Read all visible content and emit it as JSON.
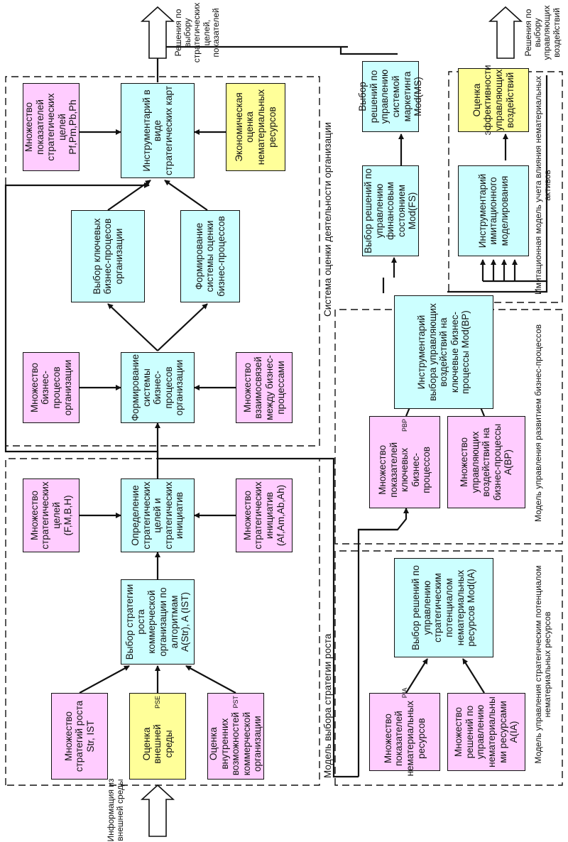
{
  "sections": {
    "growth": "Модель выбора стратегии роста",
    "evaluation": "Система оценки деятельности организации",
    "intangible": "Модель управления стратегическим потенциалом нематериальных ресурсов",
    "bp": "Модель управления развитием бизнес-процессов",
    "simulation": "Имитационная модель учета влияния нематериальных активов"
  },
  "notes": {
    "input": "Информация из внешней среды",
    "out_goals": "Решения по выбору стратегических целей, показателей",
    "out_actions": "Решения по выбору управляющих воздействий"
  },
  "boxes": {
    "strategies_set": "Множество стратегий роста Str, IST",
    "env_eval": "Оценка внешней среды",
    "env_sup": "PSE",
    "internal_eval": "Оценка внутренних возможностей коммерческой организации",
    "internal_sup": "PST",
    "growth_choice": "Выбор стратегии роста коммерческой организации по алгоритмам A(Str), A (IST)",
    "goals_set": "Множество стратегических целей (F,M,B,H)",
    "goal_definition": "Определение стратегических целей и стратегических инициатив",
    "initiatives_set": "Множество стратегических инициатив (Af,Am,Ab,Ah)",
    "bp_set": "Множество бизнес-процесов организации",
    "bp_system": "Формирование системы бизнес-процесов организации",
    "bp_links": "Множество взаимосвязей между бизнес-процессами",
    "key_bp": "Выбор ключевых бизнес-процесов организации",
    "bp_eval_system": "Формирование системы оценки бизнес-процессов",
    "goal_indicators": "Множество показателей стратегических целей Pf,Pm,Pb,Ph",
    "strategic_maps": "Инструментарий в виде стратегических карт",
    "intangible_econ": "Экономическая оценка нематериальных ресурсов",
    "ia_indicators": "Множество показателей нематериальных ресурсов",
    "ia_ind_sup": "PIA",
    "ia_decisions": "Множество решений по управлению нематериальны ми ресурсами A(IA)",
    "ia_mod": "Выбор решений по управлению стратегическим потенциалом нематериальных ресурсов Mod(IA)",
    "key_bp_indicators": "Множество показателей ключевых бизнес-процессов",
    "key_bp_ind_sup": "PBP",
    "bp_actions": "Множество управляющих воздействий на бизнес-процессы A(BP)",
    "bp_mod": "Инструментарий выбора управляющих воздействий на ключевые бизнес-процессы Mod(BP)",
    "fs_mod": "Выбор решений по управлению финансовым состоянием Mod(FS)",
    "ms_mod": "Выбор решений по управлению системой маркетинга Mod(MS)",
    "sim_tools": "Инструментарий имитационного моделирования",
    "effect_eval": "Оценка эффективности управляющих воздействий"
  }
}
